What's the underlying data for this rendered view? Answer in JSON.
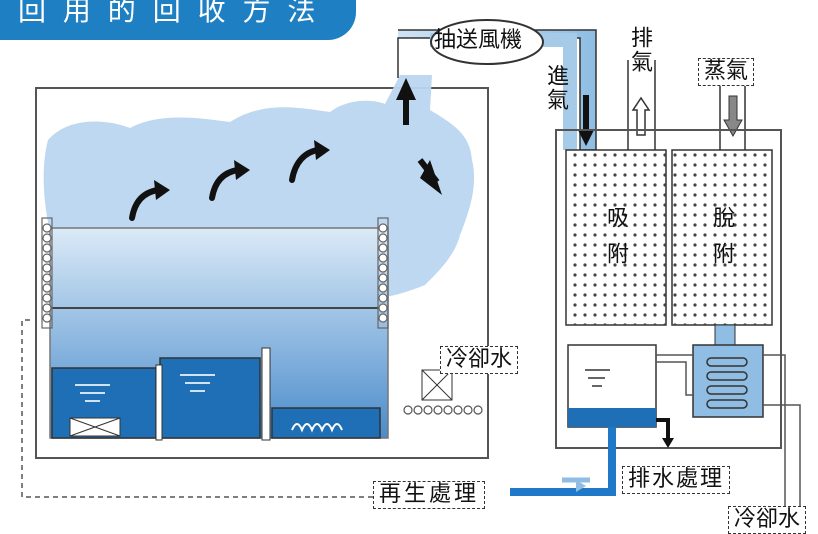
{
  "header": {
    "title": "回 用 的 回 收 方 法"
  },
  "labels": {
    "blower": "抽送風機",
    "intake": "進氣",
    "exhaust": "排氣",
    "steam": "蒸氣",
    "adsorb": "吸附",
    "desorb": "脫附",
    "cooling_water_tank": "冷卻水",
    "regeneration": "再生處理",
    "drain": "排水處理",
    "cooling_water_out": "冷卻水"
  },
  "colors": {
    "accent": "#1e7fc3",
    "water": "#1f6fb6",
    "vapor": "#a8cdea"
  }
}
